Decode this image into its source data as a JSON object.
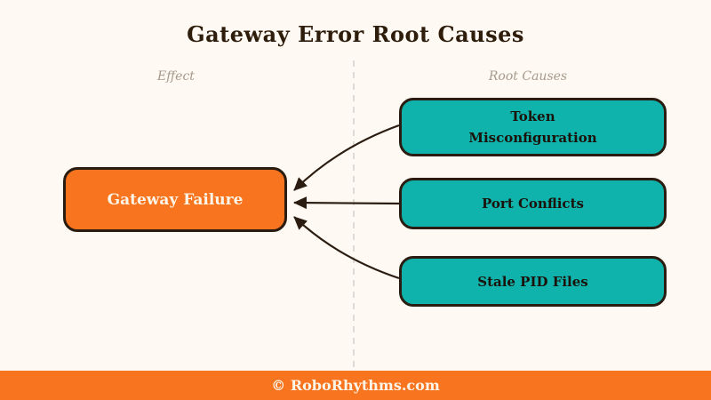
{
  "title": "Gateway Error Root Causes",
  "columns": {
    "effect_label": "Effect",
    "root_causes_label": "Root Causes"
  },
  "nodes": {
    "effect": {
      "id": "gateway-failure",
      "label": "Gateway Failure"
    },
    "causes": [
      {
        "id": "token-misconfiguration",
        "lines": [
          "Token",
          "Misconfiguration"
        ]
      },
      {
        "id": "port-conflicts",
        "lines": [
          "Port Conflicts"
        ]
      },
      {
        "id": "stale-pid-files",
        "lines": [
          "Stale PID Files"
        ]
      }
    ]
  },
  "edges": [
    {
      "from": "token-misconfiguration",
      "to": "gateway-failure",
      "style": "curved-arrow"
    },
    {
      "from": "port-conflicts",
      "to": "gateway-failure",
      "style": "straight-arrow"
    },
    {
      "from": "stale-pid-files",
      "to": "gateway-failure",
      "style": "curved-arrow"
    }
  ],
  "footer": {
    "credit": "© RoboRhythms.com"
  },
  "colors": {
    "bg": "#FFF9F3",
    "orange": "#F8741F",
    "teal": "#10B3AB",
    "line": "#2A1C10",
    "title": "#2F1D0B",
    "muted": "#A59A8C",
    "dash": "#DEDAD6",
    "node_text_light": "#FDF5E8",
    "node_text_dark": "#1A120B"
  }
}
